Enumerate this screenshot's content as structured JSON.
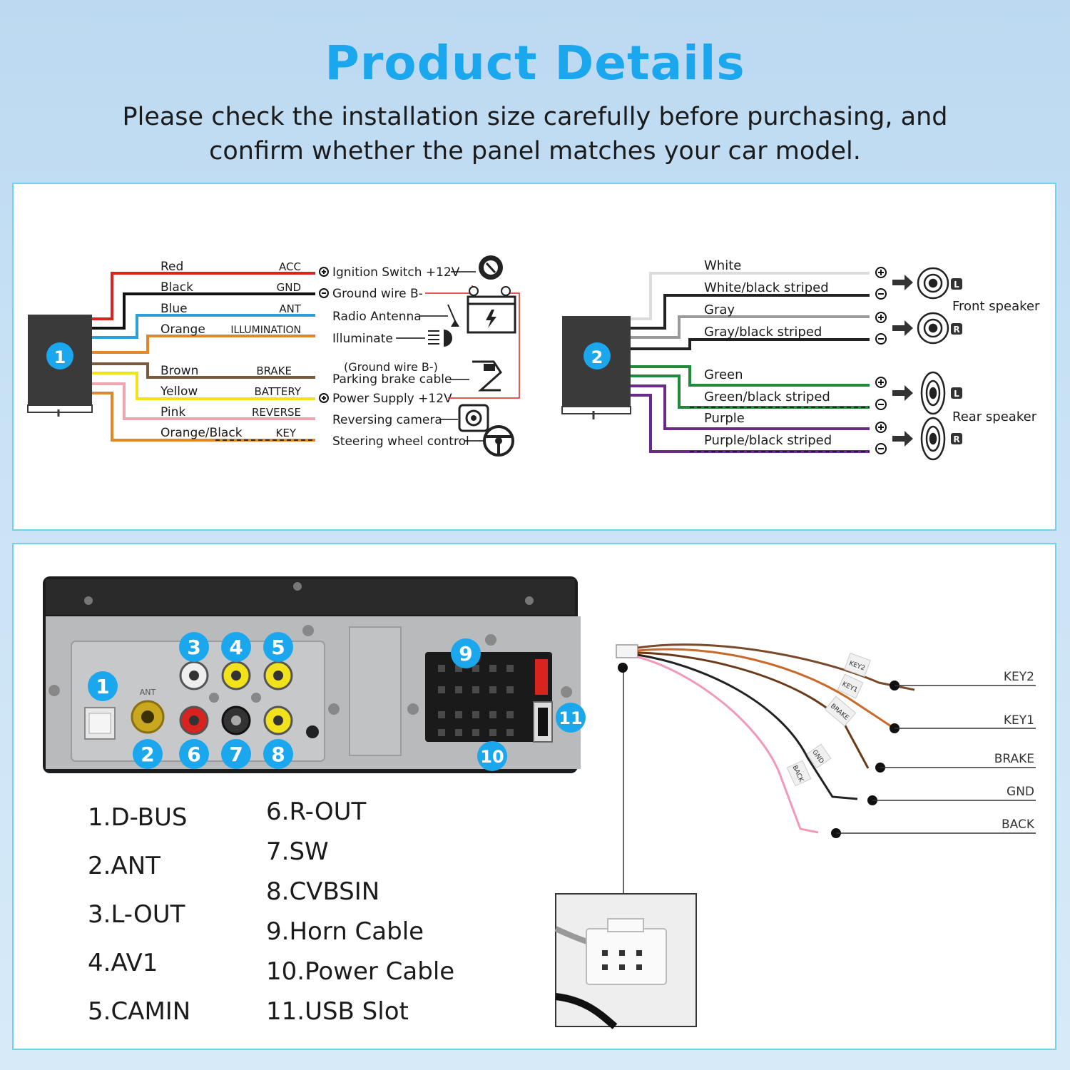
{
  "header": {
    "title": "Product Details",
    "subtitle_line1": "Please check the installation size carefully before purchasing, and",
    "subtitle_line2": "confirm whether the panel matches your car model."
  },
  "connector1": {
    "number": "1",
    "wires": [
      {
        "color_name": "Red",
        "function": "ACC",
        "hex": "#d9231f"
      },
      {
        "color_name": "Black",
        "function": "GND",
        "hex": "#111111"
      },
      {
        "color_name": "Blue",
        "function": "ANT",
        "hex": "#2a9fd8"
      },
      {
        "color_name": "Orange",
        "function": "ILLUMINATION",
        "hex": "#e0872a"
      },
      {
        "color_name": "Brown",
        "function": "BRAKE",
        "hex": "#7a5a3c"
      },
      {
        "color_name": "Yellow",
        "function": "BATTERY",
        "hex": "#f3e21a"
      },
      {
        "color_name": "Pink",
        "function": "REVERSE",
        "hex": "#f0a6b0"
      },
      {
        "color_name": "Orange/Black",
        "function": "KEY",
        "hex": "#e0872a"
      }
    ],
    "descriptions": {
      "ignition": "Ignition Switch +12V",
      "ground": "Ground wire B-",
      "antenna": "Radio Antenna",
      "illuminate": "Illuminate",
      "brake_line1": "(Ground wire B-)",
      "brake_line2": "Parking brake cable",
      "power": "Power Supply +12V",
      "camera": "Reversing camera",
      "steering": "Steering wheel control"
    },
    "icons": [
      "ignition-key-icon",
      "battery-icon",
      "antenna-icon",
      "headlight-icon",
      "parking-brake-icon",
      "camera-icon",
      "steering-wheel-icon"
    ]
  },
  "connector2": {
    "number": "2",
    "wires": [
      {
        "name": "White",
        "hex": "#e4e4e4"
      },
      {
        "name": "White/black striped",
        "hex": "#222222"
      },
      {
        "name": "Gray",
        "hex": "#9a9a9a"
      },
      {
        "name": "Gray/black striped",
        "hex": "#222222"
      },
      {
        "name": "Green",
        "hex": "#1f8a3a"
      },
      {
        "name": "Green/black striped",
        "hex": "#1f8a3a"
      },
      {
        "name": "Purple",
        "hex": "#6a2a8a"
      },
      {
        "name": "Purple/black striped",
        "hex": "#6a2a8a"
      }
    ],
    "plus": "+",
    "minus": "−",
    "front_speaker": "Front speaker",
    "rear_speaker": "Rear speaker",
    "side_left": "L",
    "side_right": "R"
  },
  "unit": {
    "ant_label": "ANT",
    "markers": [
      "1",
      "2",
      "3",
      "4",
      "5",
      "6",
      "7",
      "8",
      "9",
      "10",
      "11"
    ]
  },
  "harness": {
    "labels": [
      "KEY2",
      "KEY1",
      "BRAKE",
      "GND",
      "BACK"
    ],
    "tags": [
      "KEY2",
      "KEY1",
      "BRAKE",
      "GND",
      "BACK"
    ]
  },
  "legend": {
    "left": [
      "1.D-BUS",
      "2.ANT",
      "3.L-OUT",
      "4.AV1",
      "5.CAMIN"
    ],
    "right": [
      "6.R-OUT",
      "7.SW",
      "8.CVBSIN",
      "9.Horn Cable",
      "10.Power Cable",
      "11.USB Slot"
    ]
  },
  "colors": {
    "accent": "#1aa7ee",
    "marker": "#1aa7ee",
    "panel_border": "#6fd3ef"
  }
}
